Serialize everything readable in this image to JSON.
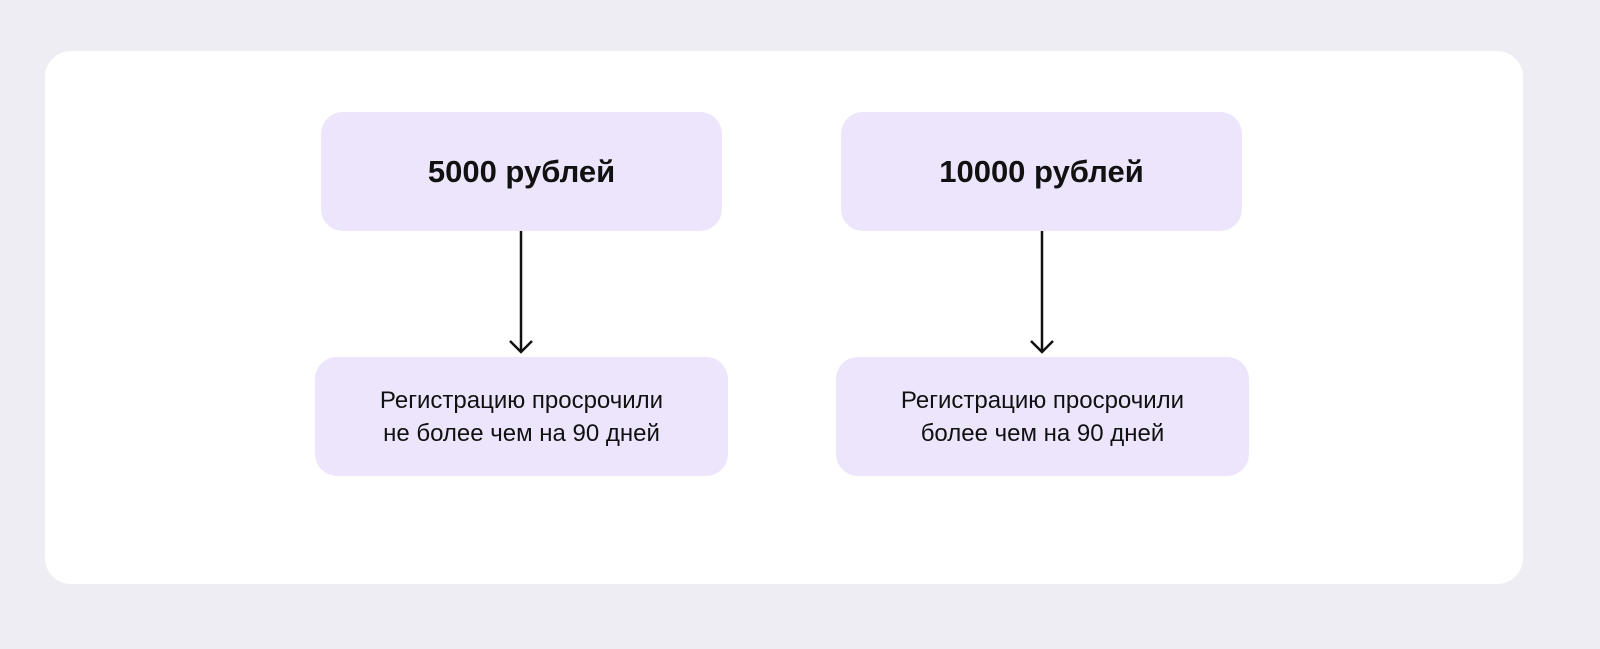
{
  "colors": {
    "background": "#efedf4",
    "card": "#ffffff",
    "box": "#ede5fc",
    "arrow": "#111111"
  },
  "branches": [
    {
      "amount": "5000 рублей",
      "condition_line1": "Регистрацию просрочили",
      "condition_line2": "не более чем на 90 дней"
    },
    {
      "amount": "10000 рублей",
      "condition_line1": "Регистрацию просрочили",
      "condition_line2": "более чем на 90 дней"
    }
  ]
}
